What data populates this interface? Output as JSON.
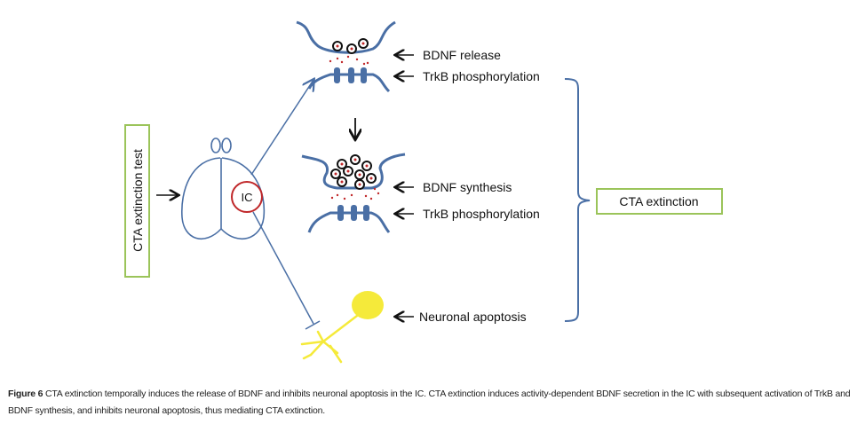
{
  "diagram": {
    "left_box": "CTA extinction test",
    "brain_region": "IC",
    "stage1": {
      "label_top": "BDNF release",
      "label_bottom": "TrkB phosphorylation"
    },
    "stage2": {
      "label_top": "BDNF synthesis",
      "label_bottom": "TrkB phosphorylation"
    },
    "stage3": {
      "label": "Neuronal apoptosis"
    },
    "result_box": "CTA extinction",
    "colors": {
      "membrane": "#4a6fa5",
      "box_border": "#9bc45a",
      "ic_circle": "#c0282a",
      "neuron": "#f5ea3a",
      "bdnf_dot": "#c0282a"
    }
  },
  "caption": {
    "figure_label": "Figure 6",
    "text": "CTA extinction temporally induces the release of BDNF and inhibits neuronal apoptosis in the IC. CTA extinction induces activity-dependent BDNF secretion in the IC with subsequent activation of TrkB and BDNF synthesis, and inhibits neuronal apoptosis, thus mediating CTA extinction."
  }
}
